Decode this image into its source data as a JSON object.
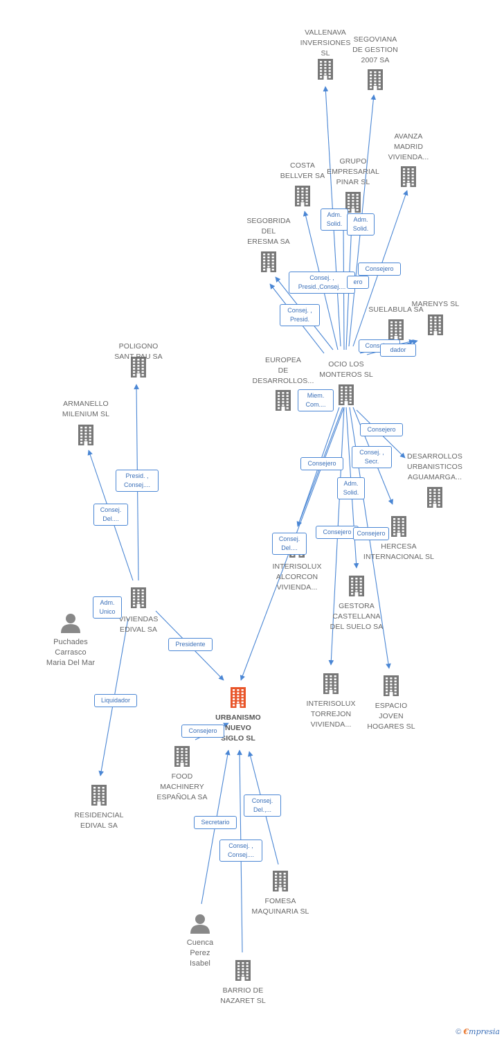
{
  "nodes": [
    {
      "id": "vallenava",
      "type": "company",
      "lines": [
        "VALLENAVA",
        "INVERSIONES",
        "SL"
      ]
    },
    {
      "id": "segoviana",
      "type": "company",
      "lines": [
        "SEGOVIANA",
        "DE GESTION",
        "2007 SA"
      ]
    },
    {
      "id": "avanza",
      "type": "company",
      "lines": [
        "AVANZA",
        "MADRID",
        "VIVIENDA..."
      ]
    },
    {
      "id": "costa",
      "type": "company",
      "lines": [
        "COSTA",
        "BELLVER SA"
      ]
    },
    {
      "id": "grupo",
      "type": "company",
      "lines": [
        "GRUPO",
        "EMPRESARIAL",
        "PINAR SL"
      ]
    },
    {
      "id": "segobrida",
      "type": "company",
      "lines": [
        "SEGOBRIDA",
        "DEL",
        "ERESMA SA"
      ]
    },
    {
      "id": "suelabula",
      "type": "company",
      "lines": [
        "SUELABULA SA"
      ]
    },
    {
      "id": "marenys",
      "type": "company",
      "lines": [
        "MARENYS SL"
      ]
    },
    {
      "id": "poligono",
      "type": "company",
      "lines": [
        "POLIGONO",
        "SANT PAU SA"
      ]
    },
    {
      "id": "europea",
      "type": "company",
      "lines": [
        "EUROPEA",
        "DE",
        "DESARROLLOS..."
      ]
    },
    {
      "id": "ocio",
      "type": "company",
      "lines": [
        "OCIO LOS",
        "MONTEROS SL"
      ]
    },
    {
      "id": "armanello",
      "type": "company",
      "lines": [
        "ARMANELLO",
        "MILENIUM SL"
      ]
    },
    {
      "id": "desarrollos",
      "type": "company",
      "lines": [
        "DESARROLLOS",
        "URBANISTICOS",
        "AGUAMARGA..."
      ]
    },
    {
      "id": "hercesa",
      "type": "company",
      "lines": [
        "HERCESA",
        "INTERNACIONAL SL"
      ]
    },
    {
      "id": "interisolux_alc",
      "type": "company",
      "lines": [
        "INTERISOLUX",
        "ALCORCON",
        "VIVIENDA..."
      ]
    },
    {
      "id": "gestora",
      "type": "company",
      "lines": [
        "GESTORA",
        "CASTELLANA",
        "DEL SUELO SA"
      ]
    },
    {
      "id": "viviendas",
      "type": "company",
      "lines": [
        "VIVIENDAS",
        "EDIVAL SA"
      ]
    },
    {
      "id": "puchades",
      "type": "person",
      "lines": [
        "Puchades",
        "Carrasco",
        "Maria Del Mar"
      ]
    },
    {
      "id": "interisolux_tor",
      "type": "company",
      "lines": [
        "INTERISOLUX",
        "TORREJON",
        "VIVIENDA..."
      ]
    },
    {
      "id": "espacio",
      "type": "company",
      "lines": [
        "ESPACIO",
        "JOVEN",
        "HOGARES SL"
      ]
    },
    {
      "id": "urbanismo",
      "type": "focus",
      "lines": [
        "URBANISMO",
        "NUEVO",
        "SIGLO SL"
      ]
    },
    {
      "id": "food",
      "type": "company",
      "lines": [
        "FOOD",
        "MACHINERY",
        "ESPAÑOLA SA"
      ]
    },
    {
      "id": "residencial",
      "type": "company",
      "lines": [
        "RESIDENCIAL",
        "EDIVAL SA"
      ]
    },
    {
      "id": "fomesa",
      "type": "company",
      "lines": [
        "FOMESA",
        "MAQUINARIA SL"
      ]
    },
    {
      "id": "cuenca",
      "type": "person",
      "lines": [
        "Cuenca",
        "Perez",
        "Isabel"
      ]
    },
    {
      "id": "barrio",
      "type": "company",
      "lines": [
        "BARRIO DE",
        "NAZARET SL"
      ]
    }
  ],
  "badges": [
    {
      "id": "b1",
      "lines": [
        "Adm.",
        "Solid."
      ]
    },
    {
      "id": "b2",
      "lines": [
        "Adm.",
        "Solid."
      ]
    },
    {
      "id": "b3",
      "lines": [
        "Consejero"
      ]
    },
    {
      "id": "b4",
      "lines": [
        "Consej. ,",
        "Presid.,Consej...."
      ]
    },
    {
      "id": "b5",
      "lines": [
        "ero"
      ]
    },
    {
      "id": "b6",
      "lines": [
        "Consej. ,",
        "Presid."
      ]
    },
    {
      "id": "b7",
      "lines": [
        "Consejero"
      ]
    },
    {
      "id": "b8",
      "lines": [
        "dador"
      ]
    },
    {
      "id": "b9",
      "lines": [
        "Miem.",
        "Com...."
      ]
    },
    {
      "id": "b10",
      "lines": [
        "Consejero"
      ]
    },
    {
      "id": "b11",
      "lines": [
        "Consej. ,",
        "Secr."
      ]
    },
    {
      "id": "b12",
      "lines": [
        "Consejero"
      ]
    },
    {
      "id": "b13",
      "lines": [
        "Adm.",
        "Solid."
      ]
    },
    {
      "id": "b14",
      "lines": [
        "Consejero"
      ]
    },
    {
      "id": "b15",
      "lines": [
        "Consejero"
      ]
    },
    {
      "id": "b16",
      "lines": [
        "Consej.",
        "Del...."
      ]
    },
    {
      "id": "b17",
      "lines": [
        "Presid. ,",
        "Consej...."
      ]
    },
    {
      "id": "b18",
      "lines": [
        "Consej.",
        "Del...."
      ]
    },
    {
      "id": "b19",
      "lines": [
        "Adm.",
        "Unico"
      ]
    },
    {
      "id": "b20",
      "lines": [
        "Presidente"
      ]
    },
    {
      "id": "b21",
      "lines": [
        "Liquidador"
      ]
    },
    {
      "id": "b22",
      "lines": [
        "Consejero"
      ]
    },
    {
      "id": "b23",
      "lines": [
        "Consej.",
        "Del.,..."
      ]
    },
    {
      "id": "b24",
      "lines": [
        "Secretario"
      ]
    },
    {
      "id": "b25",
      "lines": [
        "Consej. ,",
        "Consej...."
      ]
    }
  ],
  "footer": {
    "copyright": "©",
    "brand_first": "€",
    "brand_rest": "mpresia"
  },
  "colors": {
    "edge": "#4a86d4",
    "company": "#777777",
    "focus": "#e8552a",
    "person": "#888888"
  }
}
